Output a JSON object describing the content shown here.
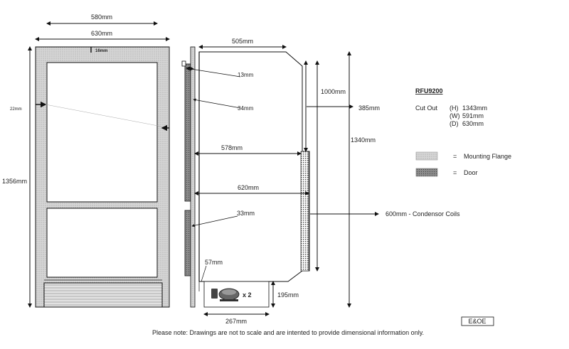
{
  "front_view": {
    "width_inner": "580mm",
    "width_outer": "630mm",
    "flange_top": "16mm",
    "flange_side": "22mm",
    "height": "1356mm"
  },
  "side_view": {
    "depth_top": "505mm",
    "door_gap": "13mm",
    "door_thickness": "34mm",
    "depth_578": "578mm",
    "depth_620": "620mm",
    "lower_door": "33mm",
    "base_height": "57mm",
    "compressor_width": "267mm",
    "compressor_height": "195mm",
    "compressor_qty": "x 2",
    "height_1000": "1000mm",
    "height_1340": "1340mm",
    "vent_385": "385mm",
    "condensor": "600mm - Condensor Coils"
  },
  "legend": {
    "model": "RFU9200",
    "cutout_label": "Cut Out",
    "cutout_h_key": "(H)",
    "cutout_h_val": "1343mm",
    "cutout_w_key": "(W)",
    "cutout_w_val": "591mm",
    "cutout_d_key": "(D)",
    "cutout_d_val": "630mm",
    "equals": "=",
    "flange_label": "Mounting Flange",
    "door_label": "Door"
  },
  "footer": {
    "eoe": "E&OE",
    "note": "Please note: Drawings are not to scale and are intented to provide dimensional information only."
  },
  "colors": {
    "flange": "#cfcfcf",
    "door": "#8a8a8a",
    "line": "#111111"
  }
}
